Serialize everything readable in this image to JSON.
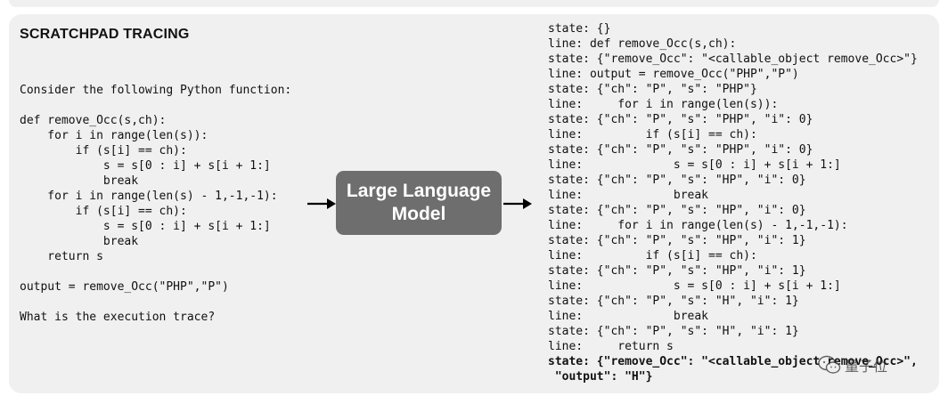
{
  "title": "SCRATCHPAD TRACING",
  "prompt": "Consider the following Python function:\n\ndef remove_Occ(s,ch):\n    for i in range(len(s)):\n        if (s[i] == ch):\n            s = s[0 : i] + s[i + 1:]\n            break\n    for i in range(len(s) - 1,-1,-1):\n        if (s[i] == ch):\n            s = s[0 : i] + s[i + 1:]\n            break\n    return s\n\noutput = remove_Occ(\"PHP\",\"P\")\n\nWhat is the execution trace?",
  "model_label": "Large Language\nModel",
  "trace_lines": [
    "state: {}",
    "line: def remove_Occ(s,ch):",
    "state: {\"remove_Occ\": \"<callable_object remove_Occ>\"}",
    "line: output = remove_Occ(\"PHP\",\"P\")",
    "state: {\"ch\": \"P\", \"s\": \"PHP\"}",
    "line:     for i in range(len(s)):",
    "state: {\"ch\": \"P\", \"s\": \"PHP\", \"i\": 0}",
    "line:         if (s[i] == ch):",
    "state: {\"ch\": \"P\", \"s\": \"PHP\", \"i\": 0}",
    "line:             s = s[0 : i] + s[i + 1:]",
    "state: {\"ch\": \"P\", \"s\": \"HP\", \"i\": 0}",
    "line:             break",
    "state: {\"ch\": \"P\", \"s\": \"HP\", \"i\": 0}",
    "line:     for i in range(len(s) - 1,-1,-1):",
    "state: {\"ch\": \"P\", \"s\": \"HP\", \"i\": 1}",
    "line:         if (s[i] == ch):",
    "state: {\"ch\": \"P\", \"s\": \"HP\", \"i\": 1}",
    "line:             s = s[0 : i] + s[i + 1:]",
    "state: {\"ch\": \"P\", \"s\": \"H\", \"i\": 1}",
    "line:             break",
    "state: {\"ch\": \"P\", \"s\": \"H\", \"i\": 1}",
    "line:     return s"
  ],
  "trace_final": [
    "state: {\"remove_Occ\": \"<callable_object remove_Occ>\",",
    " \"output\": \"H\"}"
  ],
  "watermark": {
    "text": "量子位",
    "icon": "wechat-icon"
  },
  "colors": {
    "panel": "#f0f0f0",
    "box": "#6e6e6e",
    "text": "#111111"
  }
}
